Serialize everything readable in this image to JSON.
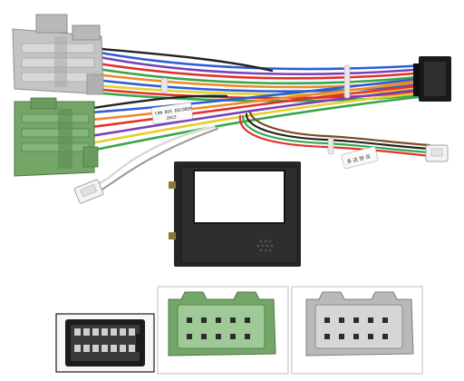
{
  "labels": {
    "tag_center_line1": "CAN BUS DECODER",
    "tag_center_line2": "2023",
    "tag_right": "多 达 协 议"
  },
  "colors": {
    "background": "#ffffff",
    "grey_connector": "#c4c4c4",
    "green_connector": "#74a668",
    "black_connector": "#1a1a1a",
    "decoder_box": "#262626",
    "wire_red": "#e0322a",
    "wire_orange": "#ef8a2a",
    "wire_yellow": "#e6cf2e",
    "wire_green": "#36a64a",
    "wire_blue": "#2c5fd4",
    "wire_purple": "#7d3fb8",
    "wire_white": "#eeeeee",
    "wire_black": "#222222",
    "wire_grey": "#9c9c9c",
    "wire_brown": "#7a4a22"
  },
  "objects": [
    "grey-harness-plug",
    "green-harness-plug",
    "black-output-plug",
    "white-small-plug-left",
    "white-small-plug-right",
    "decoder-box",
    "black-socket-inset",
    "green-socket-inset",
    "grey-socket-inset"
  ]
}
